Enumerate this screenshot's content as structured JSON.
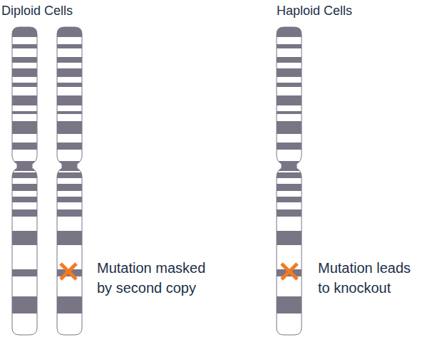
{
  "diagram": {
    "labels": [
      "Diploid Cells",
      "Haploid Cells",
      "Mutation masked by second copy",
      "Mutation leads to knockout"
    ]
  }
}
